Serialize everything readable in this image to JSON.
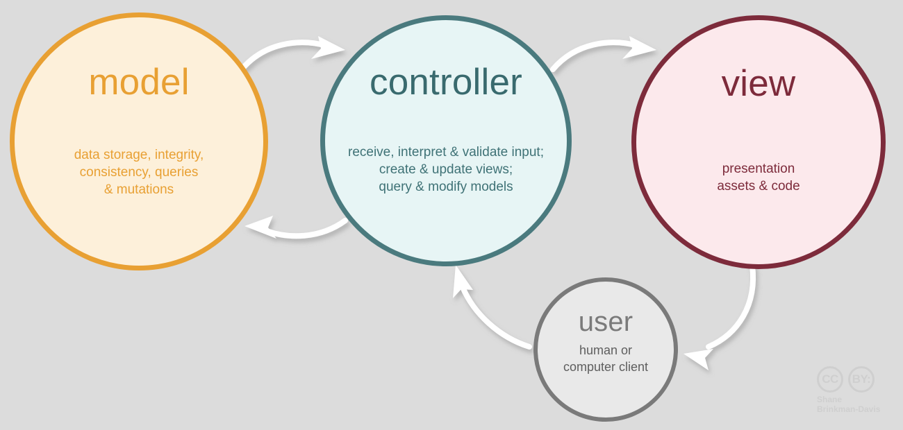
{
  "diagram": {
    "background_color": "#dcdcdc",
    "nodes": [
      {
        "id": "model",
        "title": "model",
        "description": "data storage, integrity,\nconsistency, queries\n& mutations",
        "fill_color": "#fdf0da",
        "border_color": "#e8a033",
        "text_color": "#e8a033"
      },
      {
        "id": "controller",
        "title": "controller",
        "description": "receive, interpret & validate input;\ncreate & update views;\nquery & modify models",
        "fill_color": "#e7f5f5",
        "border_color": "#4a7a7e",
        "text_color": "#3f7276"
      },
      {
        "id": "view",
        "title": "view",
        "description": "presentation\nassets & code",
        "fill_color": "#fce9ec",
        "border_color": "#7d2b3b",
        "text_color": "#7d2b3b"
      },
      {
        "id": "user",
        "title": "user",
        "description": "human or\ncomputer client",
        "fill_color": "#e9e9e9",
        "border_color": "#7a7a7a",
        "text_color": "#5e5e5e"
      }
    ],
    "arrows": [
      {
        "id": "model-to-controller",
        "from": "model",
        "to": "controller",
        "color": "#ffffff"
      },
      {
        "id": "controller-to-model",
        "from": "controller",
        "to": "model",
        "color": "#ffffff"
      },
      {
        "id": "controller-to-view",
        "from": "controller",
        "to": "view",
        "color": "#ffffff"
      },
      {
        "id": "view-to-user",
        "from": "view",
        "to": "user",
        "color": "#ffffff"
      },
      {
        "id": "user-to-controller",
        "from": "user",
        "to": "controller",
        "color": "#ffffff"
      }
    ]
  },
  "attribution": {
    "cc_label": "CC",
    "by_label": "BY:",
    "author_line1": "Shane",
    "author_line2": "Brinkman-Davis",
    "color": "#cfcfcf"
  }
}
